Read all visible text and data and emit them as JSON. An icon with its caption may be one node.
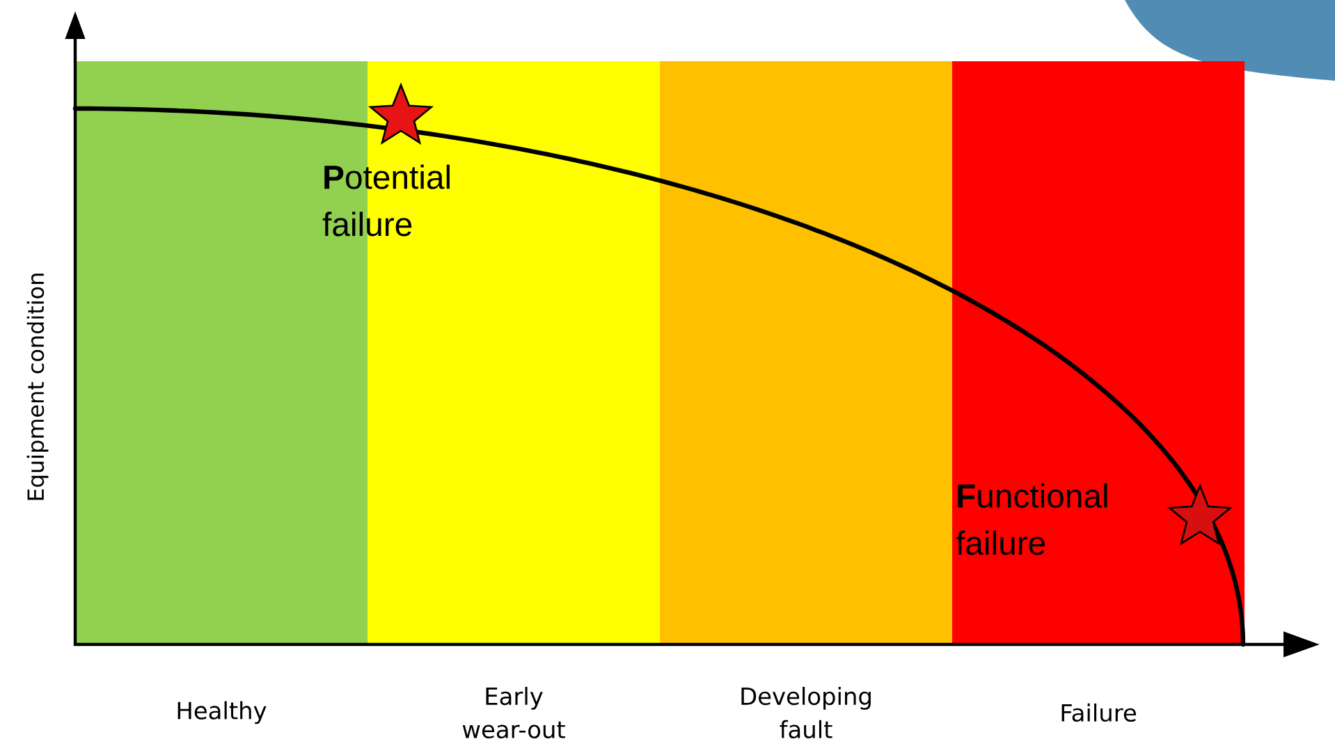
{
  "diagram": {
    "nodes": [
      {
        "text": [
          "Healthy"
        ]
      },
      {
        "text": [
          "Early wear-out"
        ]
      },
      {
        "text": [
          "Developing fault"
        ]
      },
      {
        "text": [
          "Failure"
        ]
      }
    ],
    "labels": [
      "**P**otential failure",
      "**F**unctional failure",
      "Equipment condition"
    ]
  }
}
